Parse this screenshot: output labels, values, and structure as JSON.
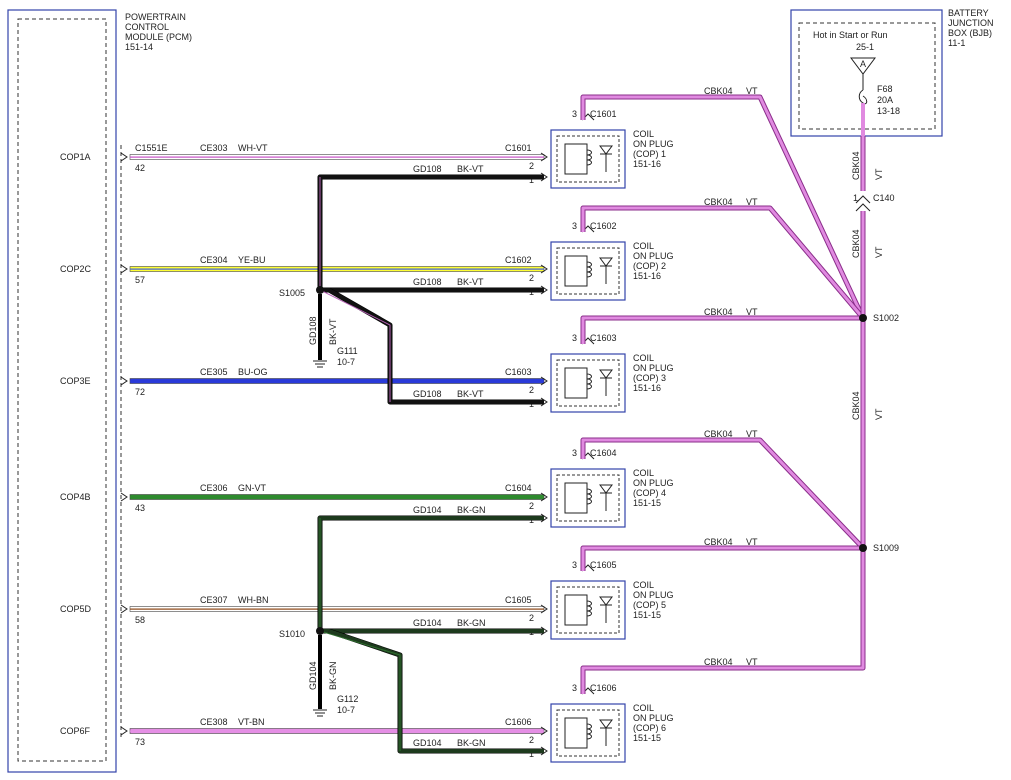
{
  "pcm": {
    "title": [
      "POWERTRAIN",
      "CONTROL",
      "MODULE (PCM)",
      "151-14"
    ]
  },
  "bjb": {
    "title": [
      "BATTERY",
      "JUNCTION",
      "BOX (BJB)",
      "11-1"
    ],
    "hot": "Hot in Start or Run",
    "ref": "25-1",
    "pin": "A",
    "fuse": [
      "F68",
      "20A",
      "13-18"
    ]
  },
  "pcm_connector": "C1551E",
  "circuits": [
    {
      "pin_name": "COP1A",
      "pin": "42",
      "wire": "CE303",
      "color": "WH-VT",
      "conn": "C1601",
      "colors": [
        "#ffffff",
        "#c64fc6"
      ]
    },
    {
      "pin_name": "COP2C",
      "pin": "57",
      "wire": "CE304",
      "color": "YE-BU",
      "conn": "C1602",
      "colors": [
        "#ffff33",
        "#3d5ee6"
      ]
    },
    {
      "pin_name": "COP3E",
      "pin": "72",
      "wire": "CE305",
      "color": "BU-OG",
      "conn": "C1603",
      "colors": [
        "#2a3ad9",
        "#2a3ad9"
      ]
    },
    {
      "pin_name": "COP4B",
      "pin": "43",
      "wire": "CE306",
      "color": "GN-VT",
      "conn": "C1604",
      "colors": [
        "#2e8b2e",
        "#2e8b2e"
      ]
    },
    {
      "pin_name": "COP5D",
      "pin": "58",
      "wire": "CE307",
      "color": "WH-BN",
      "conn": "C1605",
      "colors": [
        "#ffffff",
        "#8b4513"
      ]
    },
    {
      "pin_name": "COP6F",
      "pin": "73",
      "wire": "CE308",
      "color": "VT-BN",
      "conn": "C1606",
      "colors": [
        "#e58fe5",
        "#e58fe5"
      ]
    }
  ],
  "coils": [
    {
      "lines": [
        "COIL",
        "ON PLUG",
        "(COP) 1",
        "151-16"
      ],
      "gnd_wire": "GD108",
      "gnd_color": "BK-VT"
    },
    {
      "lines": [
        "COIL",
        "ON PLUG",
        "(COP) 2",
        "151-16"
      ],
      "gnd_wire": "GD108",
      "gnd_color": "BK-VT"
    },
    {
      "lines": [
        "COIL",
        "ON PLUG",
        "(COP) 3",
        "151-16"
      ],
      "gnd_wire": "GD108",
      "gnd_color": "BK-VT"
    },
    {
      "lines": [
        "COIL",
        "ON PLUG",
        "(COP) 4",
        "151-15"
      ],
      "gnd_wire": "GD104",
      "gnd_color": "BK-GN"
    },
    {
      "lines": [
        "COIL",
        "ON PLUG",
        "(COP) 5",
        "151-15"
      ],
      "gnd_wire": "GD104",
      "gnd_color": "BK-GN"
    },
    {
      "lines": [
        "COIL",
        "ON PLUG",
        "(COP) 6",
        "151-15"
      ],
      "gnd_wire": "GD104",
      "gnd_color": "BK-GN"
    }
  ],
  "pin_numbers": {
    "power": "3",
    "signal": "1",
    "ground": "2"
  },
  "power_feed": {
    "wire": "CBK04",
    "color": "VT"
  },
  "splices": [
    {
      "name": "S1005",
      "wire": "GD108",
      "color": "BK-VT",
      "ground": "G111",
      "ground_ref": "10-7"
    },
    {
      "name": "S1010",
      "wire": "GD104",
      "color": "BK-GN",
      "ground": "G112",
      "ground_ref": "10-7"
    },
    {
      "name": "S1002"
    },
    {
      "name": "S1009"
    }
  ],
  "c140": {
    "name": "C140",
    "pin": "1"
  },
  "colors": {
    "violet": "#e08ae0",
    "violet_dark": "#8a2d8a",
    "black": "#000000",
    "box_blue": "#3344aa",
    "text": "#222222"
  }
}
